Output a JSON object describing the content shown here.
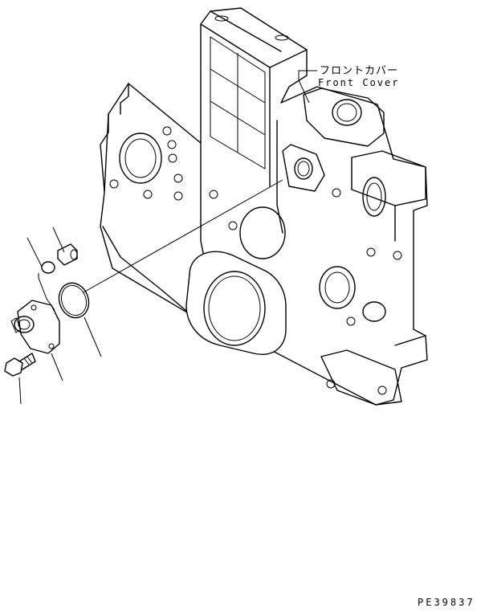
{
  "labels": {
    "part_name_jp": "フロントカバー",
    "part_name_en": "Front Cover",
    "drawing_number": "PE39837"
  },
  "colors": {
    "line": "#000000",
    "background": "#ffffff"
  }
}
